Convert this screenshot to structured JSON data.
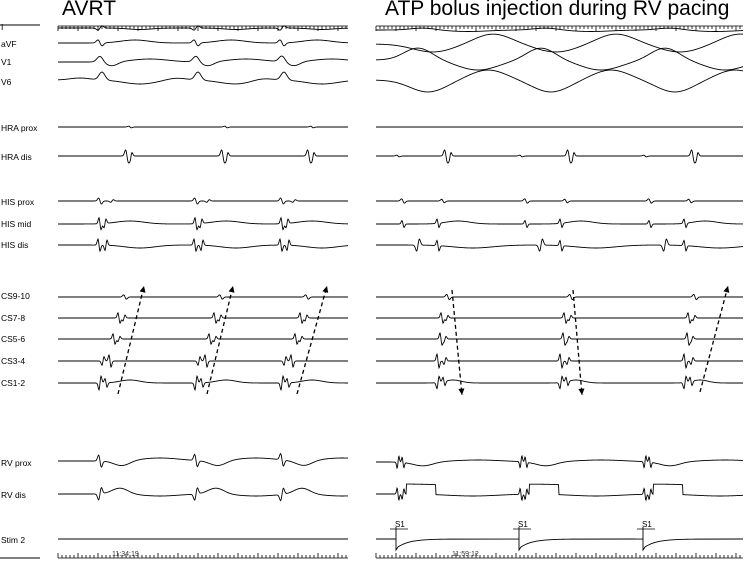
{
  "panels": {
    "left_title": "AVRT",
    "right_title": "ATP bolus injection during RV pacing"
  },
  "leads": [
    "I",
    "aVF",
    "V1",
    "V6",
    "HRA prox",
    "HRA dis",
    "HIS prox",
    "HIS mid",
    "HIS dis",
    "CS9-10",
    "CS7-8",
    "CS5-6",
    "CS3-4",
    "CS1-2",
    "RV prox",
    "RV dis",
    "Stim 2"
  ],
  "stim_label": "S1",
  "timestamps": {
    "left": "11:34:19",
    "right": "11:59:12"
  },
  "colors": {
    "trace": "#000000",
    "background": "#ffffff"
  }
}
